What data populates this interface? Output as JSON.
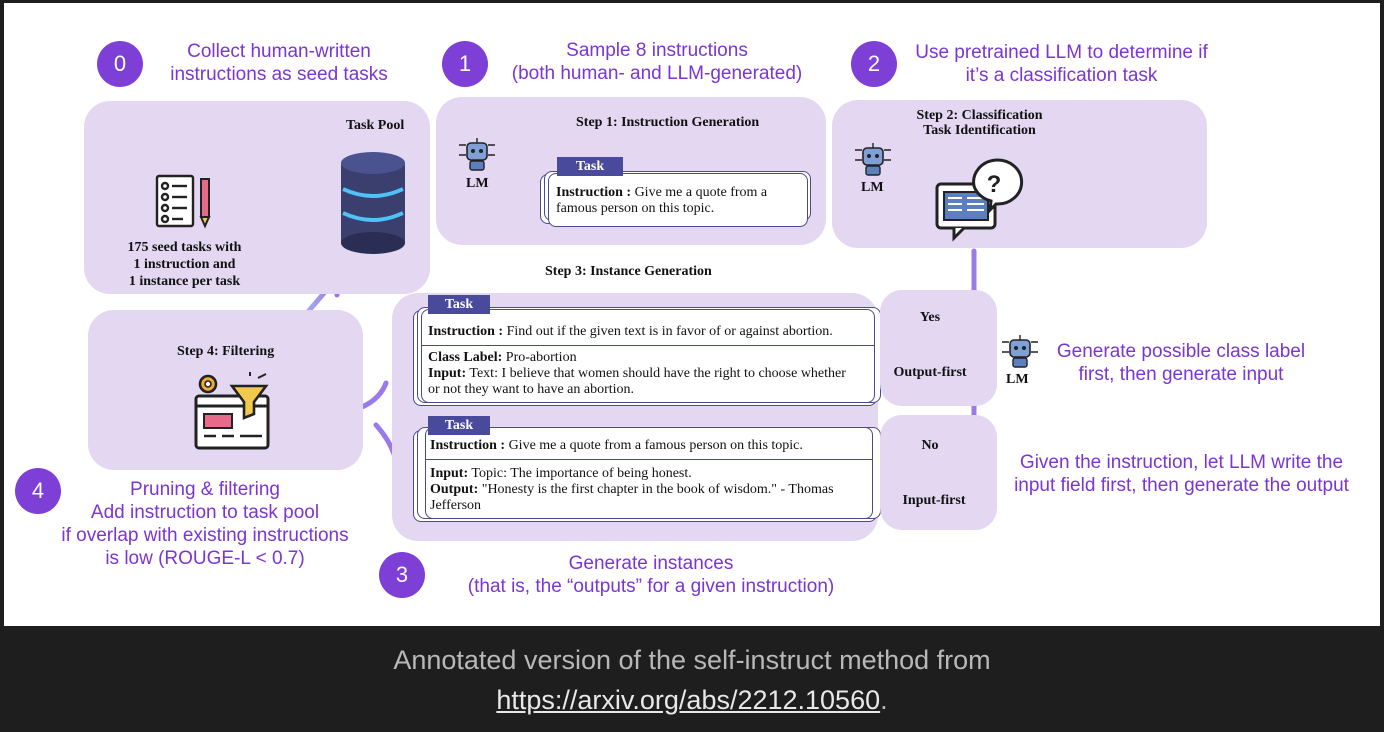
{
  "annotations": {
    "step0": {
      "number": "0",
      "line1": "Collect human-written",
      "line2": "instructions as seed tasks"
    },
    "step1": {
      "number": "1",
      "line1": "Sample 8 instructions",
      "line2": "(both human- and LLM-generated)"
    },
    "step2": {
      "number": "2",
      "line1": "Use pretrained LLM to determine if",
      "line2": "it’s a classification task"
    },
    "step3": {
      "number": "3",
      "line1": "Generate instances",
      "line2": "(that is, the “outputs” for a given instruction)"
    },
    "step4": {
      "number": "4",
      "line1": "Pruning & filtering",
      "line2": "Add instruction to task pool",
      "line3": "if overlap with existing instructions",
      "line4": "is low (ROUGE-L < 0.7)"
    },
    "output_first": {
      "line1": "Generate possible class label",
      "line2": "first, then generate input"
    },
    "input_first": {
      "line1": "Given the instruction, let LLM write the",
      "line2": "input field first, then generate the output"
    }
  },
  "task_pool": {
    "title": "Task Pool",
    "seed_line1": "175 seed tasks with",
    "seed_line2": "1 instruction and",
    "seed_line3": "1 instance per task"
  },
  "step1_box": {
    "title": "Step 1: Instruction Generation",
    "lm": "LM",
    "tab": "Task",
    "instruction_label": "Instruction :",
    "instruction_text_1": "Give me a quote from a",
    "instruction_text_2": "famous person on this topic."
  },
  "step2_box": {
    "title_line1": "Step 2: Classification",
    "title_line2": "Task Identification",
    "lm": "LM"
  },
  "step3": {
    "title": "Step 3: Instance Generation",
    "card1": {
      "tab": "Task",
      "instruction_label": "Instruction :",
      "instruction_text": "Find out if the given text is in favor of or against abortion.",
      "class_label": "Class Label:",
      "class_value": "Pro-abortion",
      "input_label": "Input:",
      "input_text_1": "Text: I believe that women should have the right to choose whether",
      "input_text_2": "or not they want to have an abortion."
    },
    "card2": {
      "tab": "Task",
      "instruction_label": "Instruction :",
      "instruction_text": "Give me a quote from a famous person on this topic.",
      "input_label": "Input:",
      "input_text": "Topic: The importance of being honest.",
      "output_label": "Output:",
      "output_text_1": "\"Honesty is the first chapter in the book of wisdom.\" - Thomas",
      "output_text_2": "Jefferson"
    }
  },
  "decision": {
    "yes": "Yes",
    "yes_mode": "Output-first",
    "no": "No",
    "no_mode": "Input-first",
    "lm": "LM"
  },
  "step4_box": {
    "title": "Step 4: Filtering"
  },
  "caption": {
    "line1": "Annotated version of the self-instruct method from",
    "link": "https://arxiv.org/abs/2212.10560",
    "period": "."
  },
  "colors": {
    "accent": "#7b35d4",
    "panel": "#e3d7f2",
    "tab": "#4a4a9c",
    "background": "#1e1e1e"
  },
  "icons": [
    "checklist-icon",
    "pencil-icon",
    "database-icon",
    "robot-lm-icon",
    "classification-question-icon",
    "filter-funnel-icon"
  ]
}
